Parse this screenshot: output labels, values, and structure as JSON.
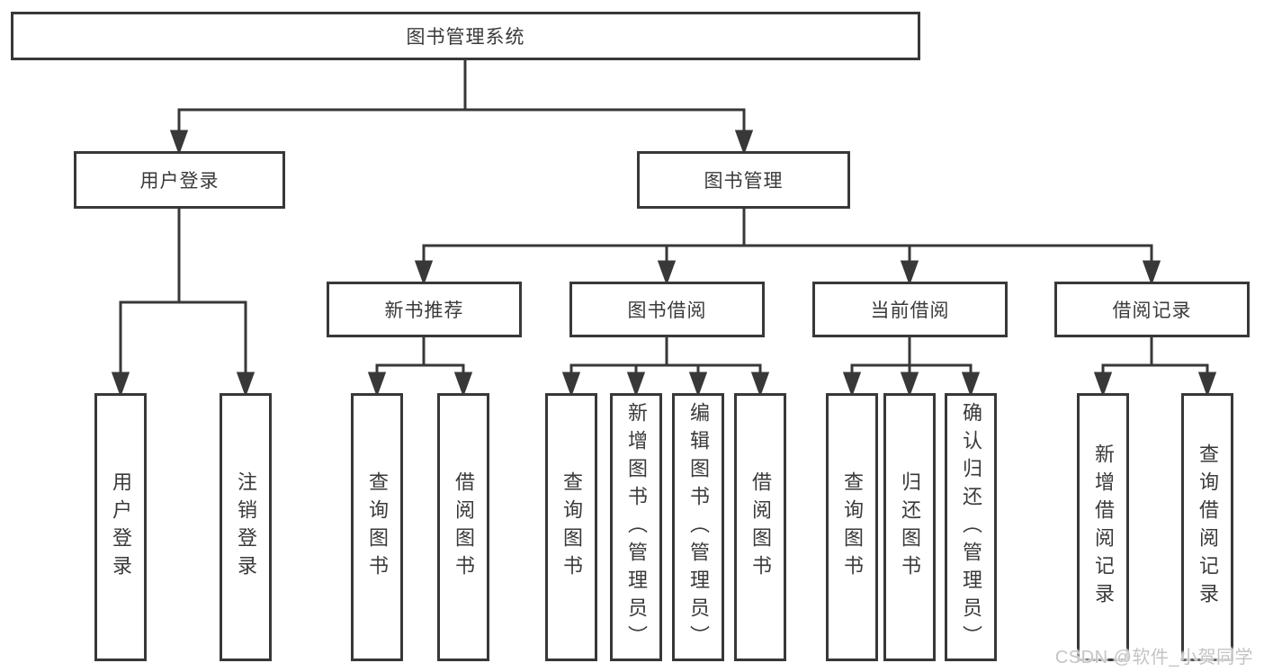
{
  "nodes": {
    "root": {
      "label": "图书管理系统"
    },
    "user_login": {
      "label": "用户登录",
      "children": [
        {
          "label": "用户登录"
        },
        {
          "label": "注销登录"
        }
      ]
    },
    "book_mgmt": {
      "label": "图书管理"
    },
    "new_book_rec": {
      "label": "新书推荐",
      "children": [
        {
          "label": "查询图书"
        },
        {
          "label": "借阅图书"
        }
      ]
    },
    "book_borrow": {
      "label": "图书借阅",
      "children": [
        {
          "label": "查询图书"
        },
        {
          "label": "新增图书（管理员）"
        },
        {
          "label": "编辑图书（管理员）"
        },
        {
          "label": "借阅图书"
        }
      ]
    },
    "current_borrow": {
      "label": "当前借阅",
      "children": [
        {
          "label": "查询图书"
        },
        {
          "label": "归还图书"
        },
        {
          "label": "确认归还（管理员）"
        }
      ]
    },
    "borrow_records": {
      "label": "借阅记录",
      "children": [
        {
          "label": "新增借阅记录"
        },
        {
          "label": "查询借阅记录"
        }
      ]
    }
  },
  "watermark": {
    "text": "CSDN @软件_小贺同学"
  },
  "colors": {
    "line": "#383838",
    "text": "#3a3a3a",
    "watermark_gray": "#c4c4c4",
    "background": "#ffffff"
  }
}
